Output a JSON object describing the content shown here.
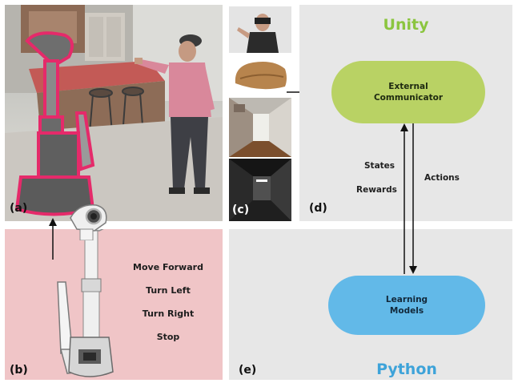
{
  "panels": {
    "a": {
      "label": "(a)"
    },
    "b": {
      "label": "(b)",
      "commands": [
        "Move Forward",
        "Turn Left",
        "Turn Right",
        "Stop"
      ]
    },
    "c": {
      "label": "(c)"
    },
    "d": {
      "label": "(d)",
      "title": "Unity",
      "node": "External Communicator",
      "node_line1": "External",
      "node_line2": "Communicator"
    },
    "e": {
      "label": "(e)",
      "title": "Python",
      "node_line1": "Learning",
      "node_line2": "Models"
    }
  },
  "flow": {
    "up_labels": [
      "States",
      "Rewards"
    ],
    "down_label": "Actions"
  },
  "colors": {
    "unity_title": "#8bc53f",
    "python_title": "#3ea3d9",
    "communicator_fill": "#b9d264",
    "learning_fill": "#62b9e8",
    "panel_b_bg": "#f0c5c7",
    "panel_gray": "#e7e7e7",
    "robot_outline": "#e52a6a"
  }
}
